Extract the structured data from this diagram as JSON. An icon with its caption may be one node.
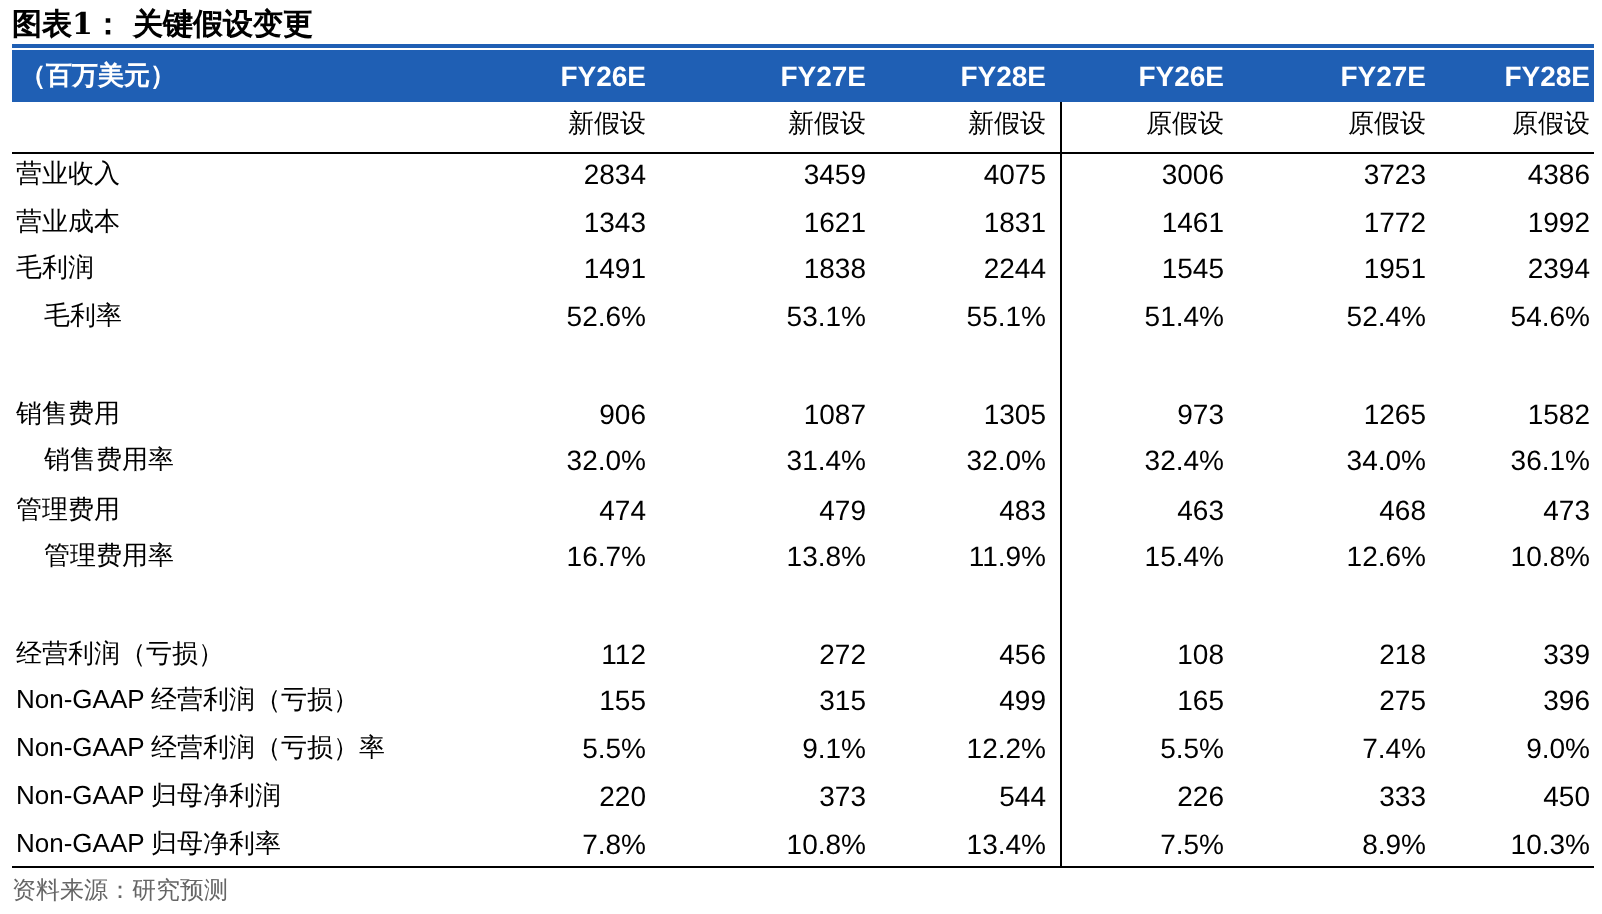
{
  "diagram": {
    "title": "图表1：  关键假设变更",
    "caption": "资料来源：研究预测",
    "labels": [
      "（百万美元）",
      "FY26E",
      "FY27E",
      "FY28E",
      "FY26E",
      "FY27E",
      "FY28E",
      "新假设",
      "新假设",
      "新假设",
      "原假设",
      "原假设",
      "原假设",
      "营业收入",
      "2834",
      "3459",
      "4075",
      "3006",
      "3723",
      "4386",
      "营业成本",
      "1343",
      "1621",
      "1831",
      "1461",
      "1772",
      "1992",
      "毛利润",
      "1491",
      "1838",
      "2244",
      "1545",
      "1951",
      "2394",
      "毛利率",
      "52.6%",
      "53.1%",
      "55.1%",
      "51.4%",
      "52.4%",
      "54.6%",
      "销售费用",
      "906",
      "1087",
      "1305",
      "973",
      "1265",
      "1582",
      "销售费用率",
      "32.0%",
      "31.4%",
      "32.0%",
      "32.4%",
      "34.0%",
      "36.1%",
      "管理费用",
      "474",
      "479",
      "483",
      "463",
      "468",
      "473",
      "管理费用率",
      "16.7%",
      "13.8%",
      "11.9%",
      "15.4%",
      "12.6%",
      "10.8%",
      "经营利润（亏损）",
      "112",
      "272",
      "456",
      "108",
      "218",
      "339",
      "Non-GAAP 经营利润（亏损）",
      "155",
      "315",
      "499",
      "165",
      "275",
      "396",
      "Non-GAAP 经营利润（亏损）率",
      "5.5%",
      "9.1%",
      "12.2%",
      "5.5%",
      "7.4%",
      "9.0%",
      "Non-GAAP 归母净利润",
      "220",
      "373",
      "544",
      "226",
      "333",
      "450",
      "Non-GAAP 归母净利率",
      "7.8%",
      "10.8%",
      "13.4%",
      "7.5%",
      "8.9%",
      "10.3%"
    ]
  }
}
